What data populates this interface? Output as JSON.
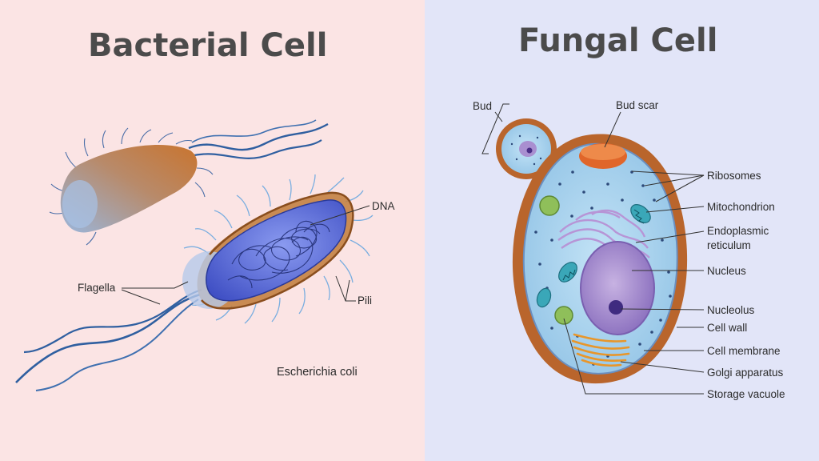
{
  "left_panel": {
    "title": "Bacterial Cell",
    "labels": {
      "dna": "DNA",
      "flagella": "Flagella",
      "pili": "Pili",
      "species": "Escherichia coli"
    }
  },
  "right_panel": {
    "title": "Fungal Cell",
    "labels": {
      "bud": "Bud",
      "bud_scar": "Bud scar",
      "ribosomes": "Ribosomes",
      "mitochondrion": "Mitochondrion",
      "er_line1": "Endoplasmic",
      "er_line2": "reticulum",
      "nucleus": "Nucleus",
      "nucleolus": "Nucleolus",
      "cell_wall": "Cell wall",
      "cell_membrane": "Cell membrane",
      "golgi": "Golgi apparatus",
      "vacuole": "Storage vacuole"
    }
  },
  "colors": {
    "left_bg": "#fbe4e4",
    "right_bg": "#e2e5f8",
    "title": "#4b4b4b",
    "flagella": "#2f5fa0",
    "bacteria_inner": "#4f5fd6",
    "cell_wall": "#b8632a",
    "cytoplasm": "#a9d4ef"
  }
}
